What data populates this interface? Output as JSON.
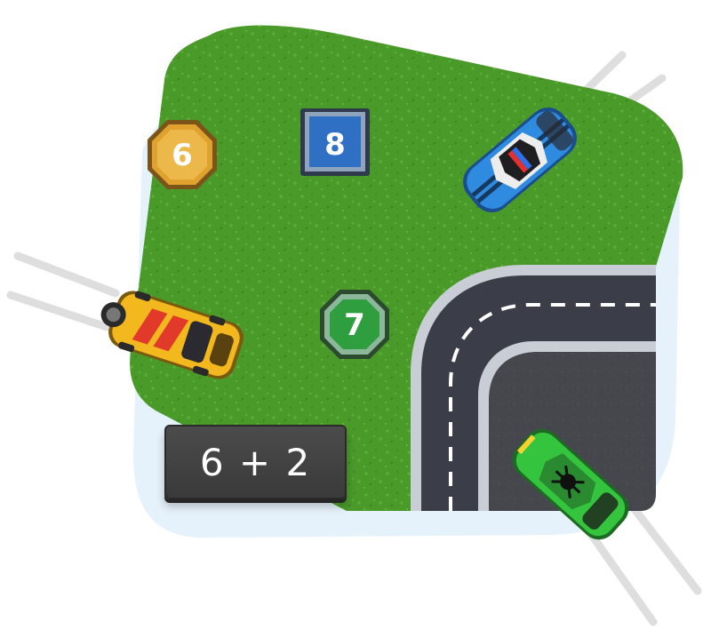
{
  "game": {
    "equation": "6 + 2",
    "answer_options": [
      {
        "value": "6",
        "shape": "octagon",
        "color": "#E0A22E"
      },
      {
        "value": "8",
        "shape": "square",
        "color": "#2F6FC4"
      },
      {
        "value": "7",
        "shape": "octagon",
        "color": "#2E9E3E"
      }
    ],
    "cars": [
      {
        "name": "blue-police-car",
        "color": "#2E8BE0"
      },
      {
        "name": "yellow-race-car",
        "color": "#F2B81E"
      },
      {
        "name": "green-race-car",
        "color": "#35C43E"
      }
    ],
    "colors": {
      "grass": "#4A9A2A",
      "road": "#3B3E48",
      "road_edge": "#C9CED6",
      "backdrop": "#E6F2FB"
    }
  }
}
